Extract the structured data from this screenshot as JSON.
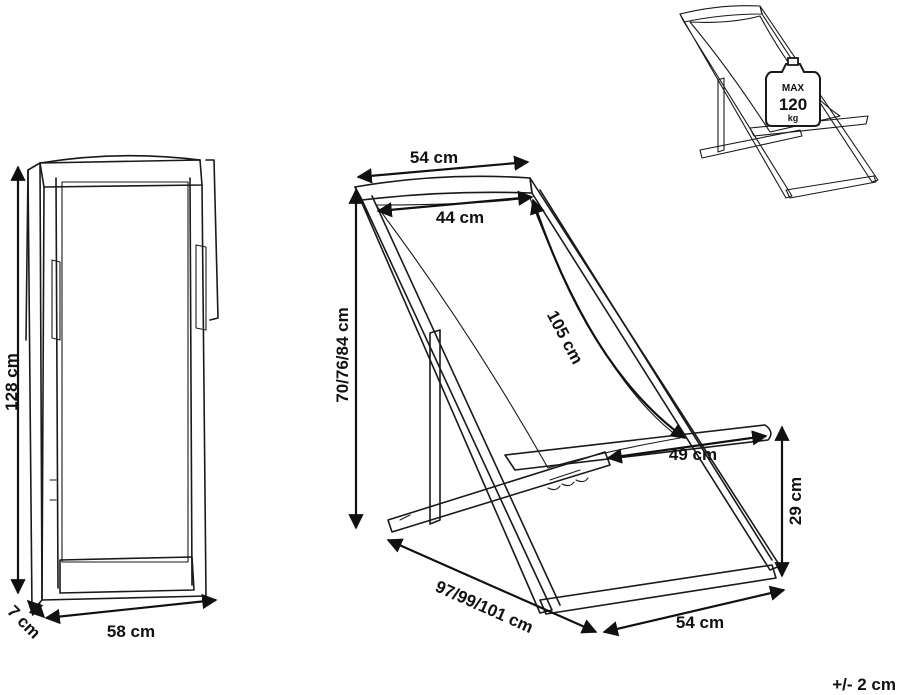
{
  "dimensions": {
    "folded_height": "128 cm",
    "folded_depth": "7 cm",
    "folded_width": "58 cm",
    "top_width": "54 cm",
    "seat_top_width": "44 cm",
    "seat_length": "105 cm",
    "back_height": "70/76/84 cm",
    "seat_width": "49 cm",
    "arm_height": "29 cm",
    "base_depth": "97/99/101 cm",
    "base_width": "54 cm"
  },
  "badge": {
    "max": "MAX",
    "value": "120",
    "unit": "kg"
  },
  "tolerance": "+/- 2 cm"
}
